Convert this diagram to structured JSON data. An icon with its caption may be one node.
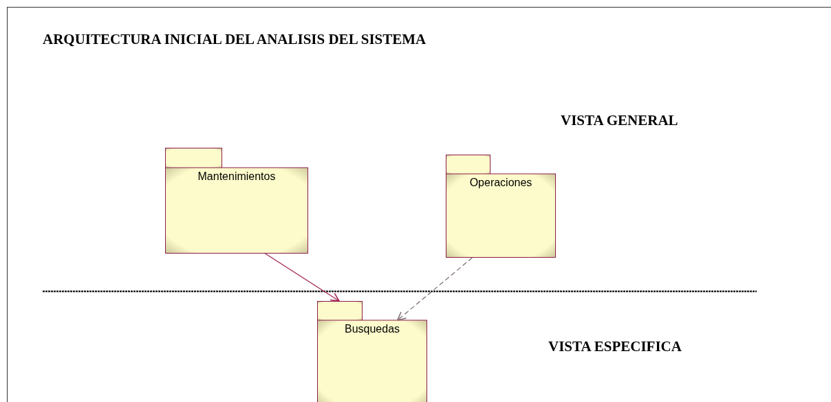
{
  "diagram": {
    "title": "ARQUITECTURA INICIAL DEL ANALISIS DEL SISTEMA",
    "nodes": [
      {
        "text": [
          "Mantenimientos"
        ]
      },
      {
        "text": [
          "Operaciones"
        ]
      },
      {
        "text": [
          "Busquedas"
        ]
      }
    ],
    "edges": [
      {
        "from": 0,
        "to": 2,
        "arrow": "to"
      },
      {
        "from": 1,
        "to": 2,
        "arrow": "to",
        "style": "dashed",
        "color": "#7a6a70"
      }
    ],
    "labels": [
      "VISTA GENERAL",
      "VISTA ESPECIFICA"
    ]
  }
}
